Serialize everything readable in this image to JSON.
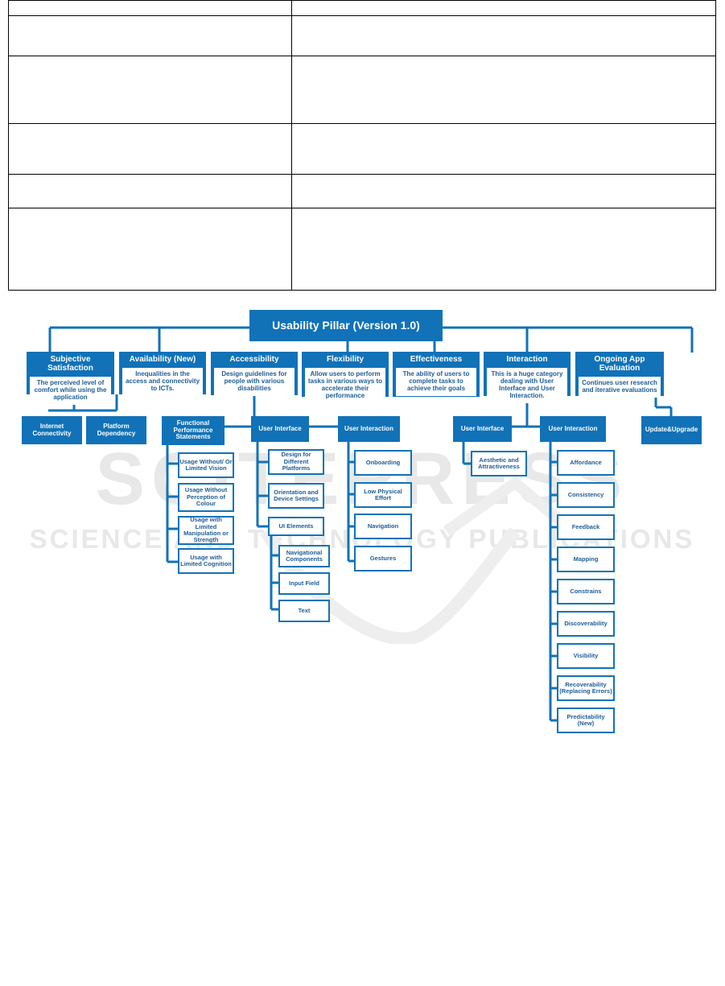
{
  "root": "Usability Pillar (Version 1.0)",
  "categories": [
    {
      "title": "Subjective Satisfaction",
      "desc": "The perceived level of comfort while using the application"
    },
    {
      "title": "Availability (New)",
      "desc": "Inequalities in the access and connectivity to ICTs."
    },
    {
      "title": "Accessibility",
      "desc": "Design guidelines for people with various disabilities"
    },
    {
      "title": "Flexibility",
      "desc": "Allow users to perform tasks in various ways to accelerate their performance"
    },
    {
      "title": "Effectiveness",
      "desc": "The ability of users to complete tasks to achieve their goals"
    },
    {
      "title": "Interaction",
      "desc": "This is a huge category dealing with User Interface and User Interaction."
    },
    {
      "title": "Ongoing App Evaluation",
      "desc": "Continues user research and iterative evaluations"
    }
  ],
  "availability_children": [
    "Internet Connectivity",
    "Platform Dependency"
  ],
  "accessibility": {
    "functional": "Functional Performance Statements",
    "functional_items": [
      "Usage Without/ Or Limited Vision",
      "Usage Without Perception of Colour",
      "Usage with Limited Manipulation or Strength",
      "Usage with Limited Cognition"
    ],
    "ui": "User Interface",
    "ui_items": [
      "Design for Different Platforms",
      "Orientation and Device Settings",
      "UI Elements"
    ],
    "ui_elements": [
      "Navigational Components",
      "Input Field",
      "Text"
    ],
    "interaction": "User  Interaction",
    "interaction_items": [
      "Onboarding",
      "Low Physical Effort",
      "Navigation",
      "Gestures"
    ]
  },
  "interaction": {
    "ui": "User Interface",
    "ui_items": [
      "Aesthetic and Attractiveness"
    ],
    "ux": "User Interaction",
    "ux_items": [
      "Affordance",
      "Consistency",
      "Feedback",
      "Mapping",
      "Constrains",
      "Discoverability",
      "Visibility",
      "Recoverability (Replacing Errors)",
      "Predictability (New)"
    ]
  },
  "ongoing_children": [
    "Update&Upgrade"
  ],
  "watermark": {
    "big": "SCITEPRESS",
    "small": "SCIENCE AND TECHNOLOGY PUBLICATIONS"
  },
  "colors": {
    "primary": "#1172b8",
    "light_text": "#1e5d96",
    "watermark": "#e6e6e6"
  }
}
